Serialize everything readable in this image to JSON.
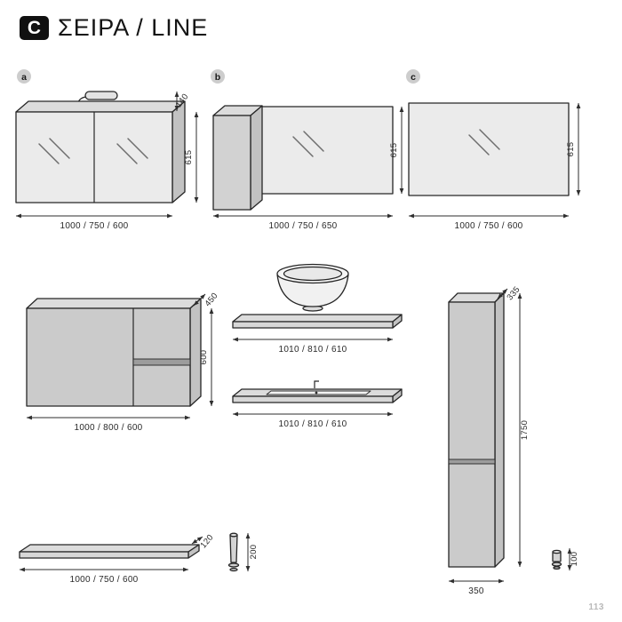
{
  "header": {
    "logo_letter": "C",
    "title": "ΣΕΙΡΑ / LINE"
  },
  "badges": {
    "a": "a",
    "b": "b",
    "c": "c"
  },
  "item_a": {
    "light_height": "140",
    "height": "615",
    "widths": "1000 / 750 / 600"
  },
  "item_b": {
    "height": "615",
    "widths": "1000 / 750 / 650"
  },
  "item_c": {
    "height": "615",
    "widths": "1000 / 750 / 600"
  },
  "vanity": {
    "depth": "450",
    "height": "600",
    "widths": "1000 / 800 / 600"
  },
  "shelf": {
    "widths": "1010 / 810 / 610"
  },
  "countertop": {
    "widths": "1010 / 810 / 610"
  },
  "tall_cabinet": {
    "depth": "335",
    "height": "1750",
    "width": "350"
  },
  "thin_shelf": {
    "thickness": "120",
    "widths": "1000 / 750 / 600"
  },
  "leg": {
    "height": "200"
  },
  "foot": {
    "height": "100"
  },
  "page": {
    "number": "113"
  },
  "palette": {
    "outline": "#262626",
    "mirror_fill": "#ebebeb",
    "cabinet_fill": "#cbcbcb",
    "dim_text": "#2a2a2a",
    "badge_bg": "#cdcdcd",
    "page_number": "#b9b9b9"
  }
}
